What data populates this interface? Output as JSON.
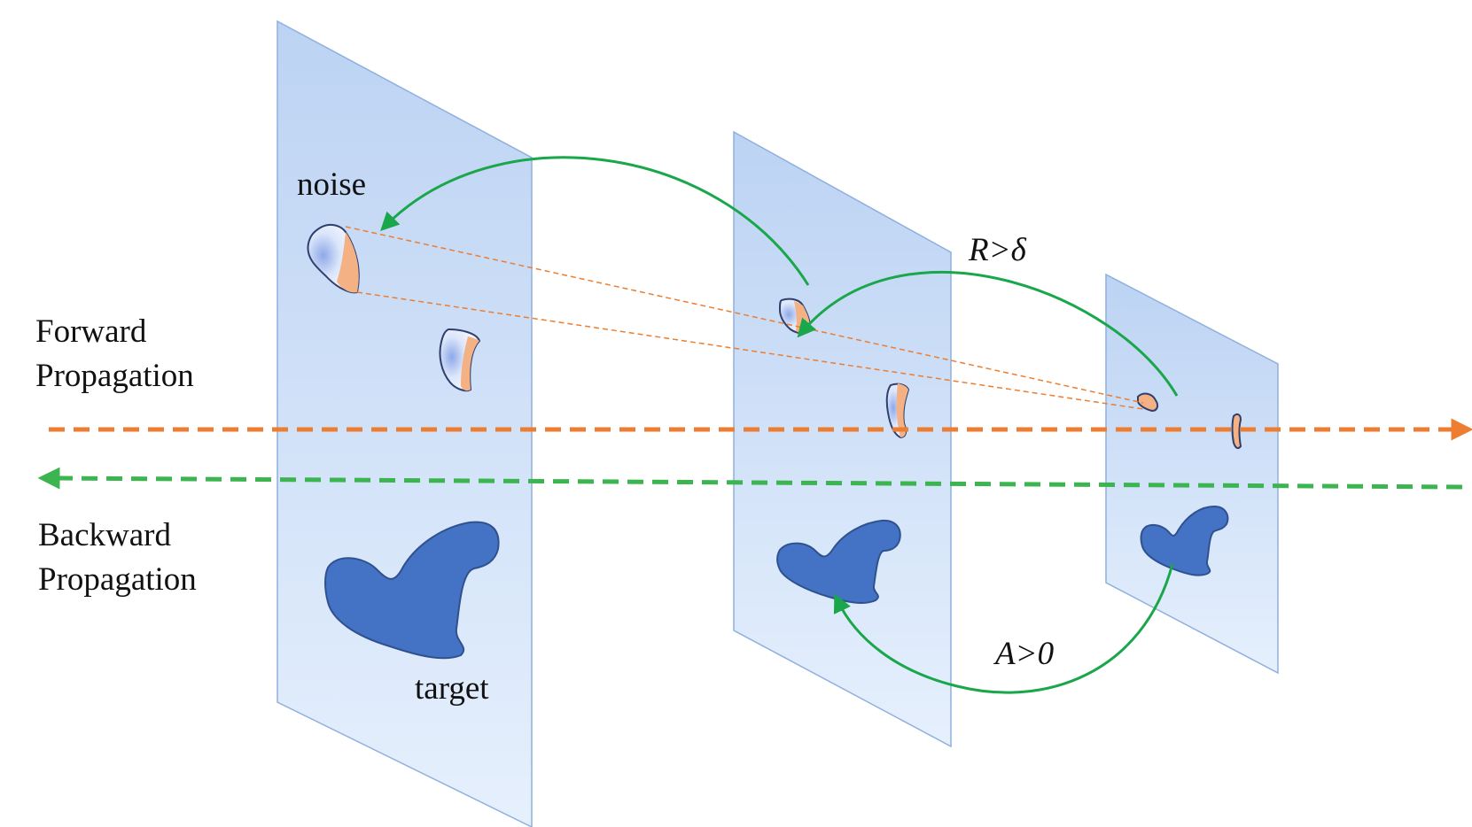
{
  "labels": {
    "noise": "noise",
    "target": "target",
    "forward_line1": "Forward",
    "forward_line2": "Propagation",
    "backward_line1": "Backward",
    "backward_line2": "Propagation",
    "r_condition": "R>δ",
    "a_condition": "A>0"
  },
  "colors": {
    "plane_top": "#bcd3f3",
    "plane_bottom": "#e6f0fd",
    "plane_border": "#8fb0de",
    "target_fill": "#4472c4",
    "target_stroke": "#2f528f",
    "noise_orange": "#f4b183",
    "forward_arrow": "#ed7d31",
    "backward_arrow": "#3cb450",
    "feedback_arrow": "#1aa64a"
  },
  "icons": {
    "noise_blob": "noise-blob-icon",
    "target_blob": "target-blob-icon"
  }
}
